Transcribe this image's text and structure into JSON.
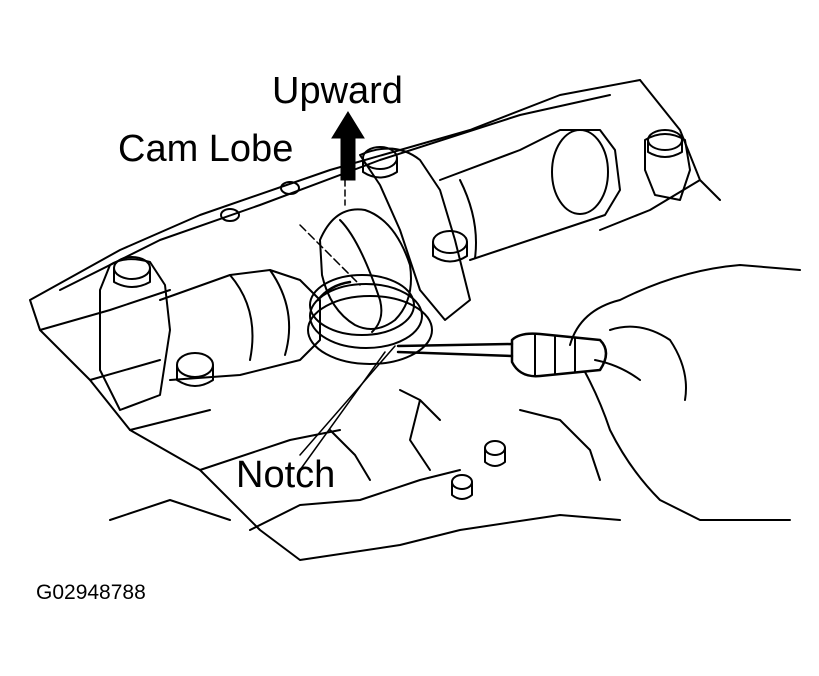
{
  "labels": {
    "upward": "Upward",
    "cam_lobe": "Cam Lobe",
    "notch": "Notch",
    "figure_id": "G02948788"
  },
  "colors": {
    "ink": "#000000",
    "paper": "#ffffff"
  }
}
